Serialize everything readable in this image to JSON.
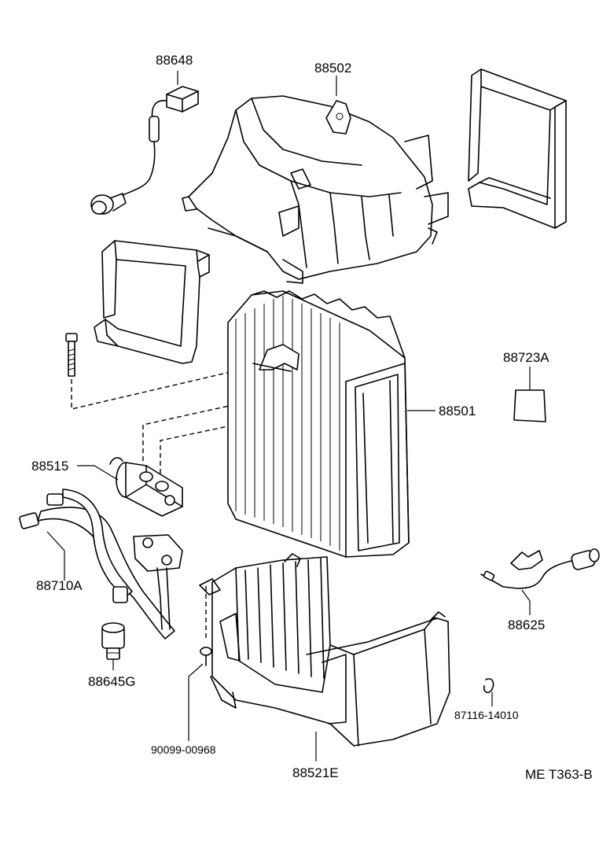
{
  "diagram": {
    "labels": {
      "p88648": "88648",
      "p88502": "88502",
      "p88723A": "88723A",
      "p88501": "88501",
      "p88515": "88515",
      "p88710A": "88710A",
      "p88625": "88625",
      "p88645G": "88645G",
      "p87116": "87116-14010",
      "p90099": "90099-00968",
      "p88521E": "88521E",
      "ref": "ME T363-B"
    }
  }
}
